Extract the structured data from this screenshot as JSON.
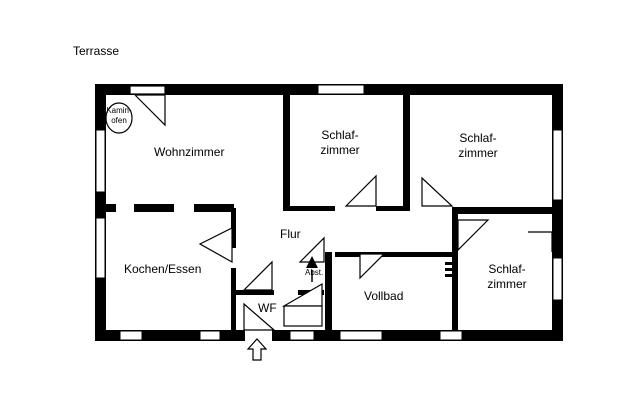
{
  "labels": {
    "terrace": "Terrasse",
    "kamin_line1": "Kamin-",
    "kamin_line2": "ofen",
    "living": "Wohnzimmer",
    "bedroom1_line1": "Schlaf-",
    "bedroom1_line2": "zimmer",
    "bedroom2_line1": "Schlaf-",
    "bedroom2_line2": "zimmer",
    "bedroom3_line1": "Schlaf-",
    "bedroom3_line2": "zimmer",
    "hall": "Flur",
    "kitchen": "Kochen/Essen",
    "storage": "Abst.",
    "bathroom": "Vollbad",
    "wc": "WF"
  },
  "icons": {
    "entrance": "arrow-up-outline-icon",
    "stairs": "arrow-up-filled-icon"
  },
  "colors": {
    "wall": "#000000",
    "background": "#ffffff"
  }
}
